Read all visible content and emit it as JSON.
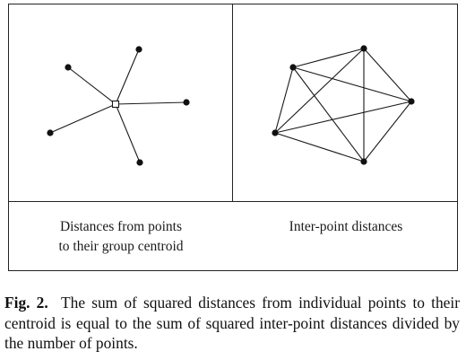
{
  "panels": {
    "left_caption": [
      "Distances from points",
      "to their group centroid"
    ],
    "right_caption": "Inter-point distances"
  },
  "figure_caption": {
    "label": "Fig. 2.",
    "text": "The sum of squared distances from individual points to their centroid is equal to the sum of squared inter-point distances divided by the number of points."
  }
}
